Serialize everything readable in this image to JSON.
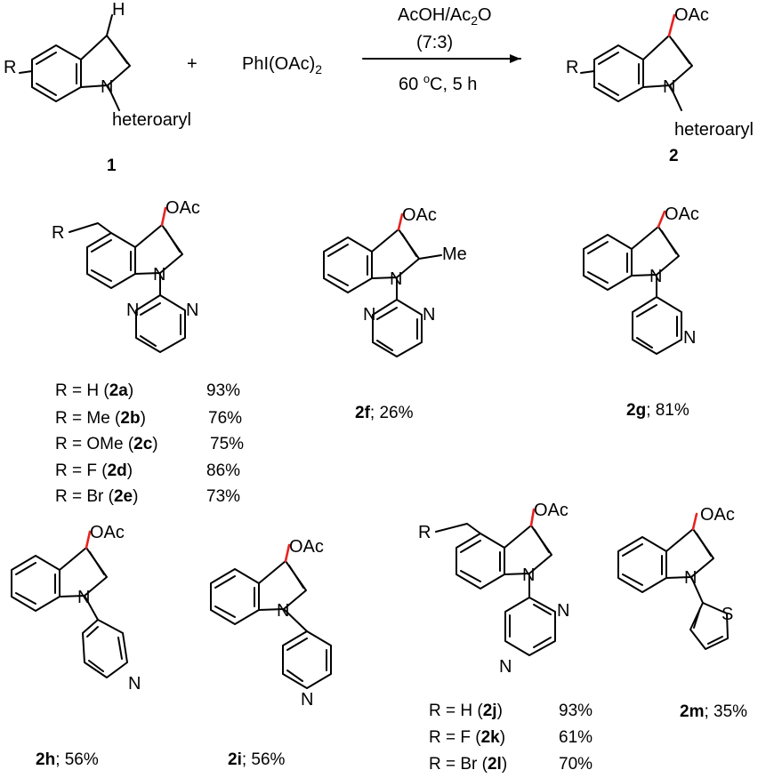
{
  "reaction": {
    "reagent": "PhI(OAc)2",
    "reagent_base": "PhI(OAc)",
    "reagent_sub": "2",
    "plus": "+",
    "cond_line1_a": "AcOH/Ac",
    "cond_line1_sub": "2",
    "cond_line1_b": "O",
    "cond_ratio": "(7:3)",
    "cond_temp_a": "60 ",
    "cond_temp_sup": "o",
    "cond_temp_b": "C, 5 h",
    "substrate_num": "1",
    "product_num": "2"
  },
  "atoms": {
    "R": "R",
    "N": "N",
    "H": "H",
    "S": "S",
    "OAc": "OAc",
    "Me": "Me",
    "heteroaryl": "heteroaryl"
  },
  "labels": {
    "group_a": [
      {
        "pre": "R = H (",
        "id": "2a",
        "post": ")",
        "yield": "93%"
      },
      {
        "pre": "R = Me (",
        "id": "2b",
        "post": ")",
        "yield": "76%"
      },
      {
        "pre": "R = OMe (",
        "id": "2c",
        "post": ")",
        "yield": "75%"
      },
      {
        "pre": "R = F (",
        "id": "2d",
        "post": ")",
        "yield": "86%"
      },
      {
        "pre": "R = Br (",
        "id": "2e",
        "post": ")",
        "yield": "73%"
      }
    ],
    "f": {
      "id": "2f",
      "rest": "; 26%"
    },
    "g": {
      "id": "2g",
      "rest": "; 81%"
    },
    "h": {
      "id": "2h",
      "rest": "; 56%"
    },
    "i": {
      "id": "2i",
      "rest": "; 56%"
    },
    "group_j": [
      {
        "pre": "R = H (",
        "id": "2j",
        "post": ")",
        "yield": "93%"
      },
      {
        "pre": "R = F (",
        "id": "2k",
        "post": ")",
        "yield": "61%"
      },
      {
        "pre": "R = Br (",
        "id": "2l",
        "post": ")",
        "yield": "70%"
      }
    ],
    "m": {
      "id": "2m",
      "rest": "; 35%"
    }
  },
  "colors": {
    "bond": "#000000",
    "new_bond": "#e8231f"
  }
}
